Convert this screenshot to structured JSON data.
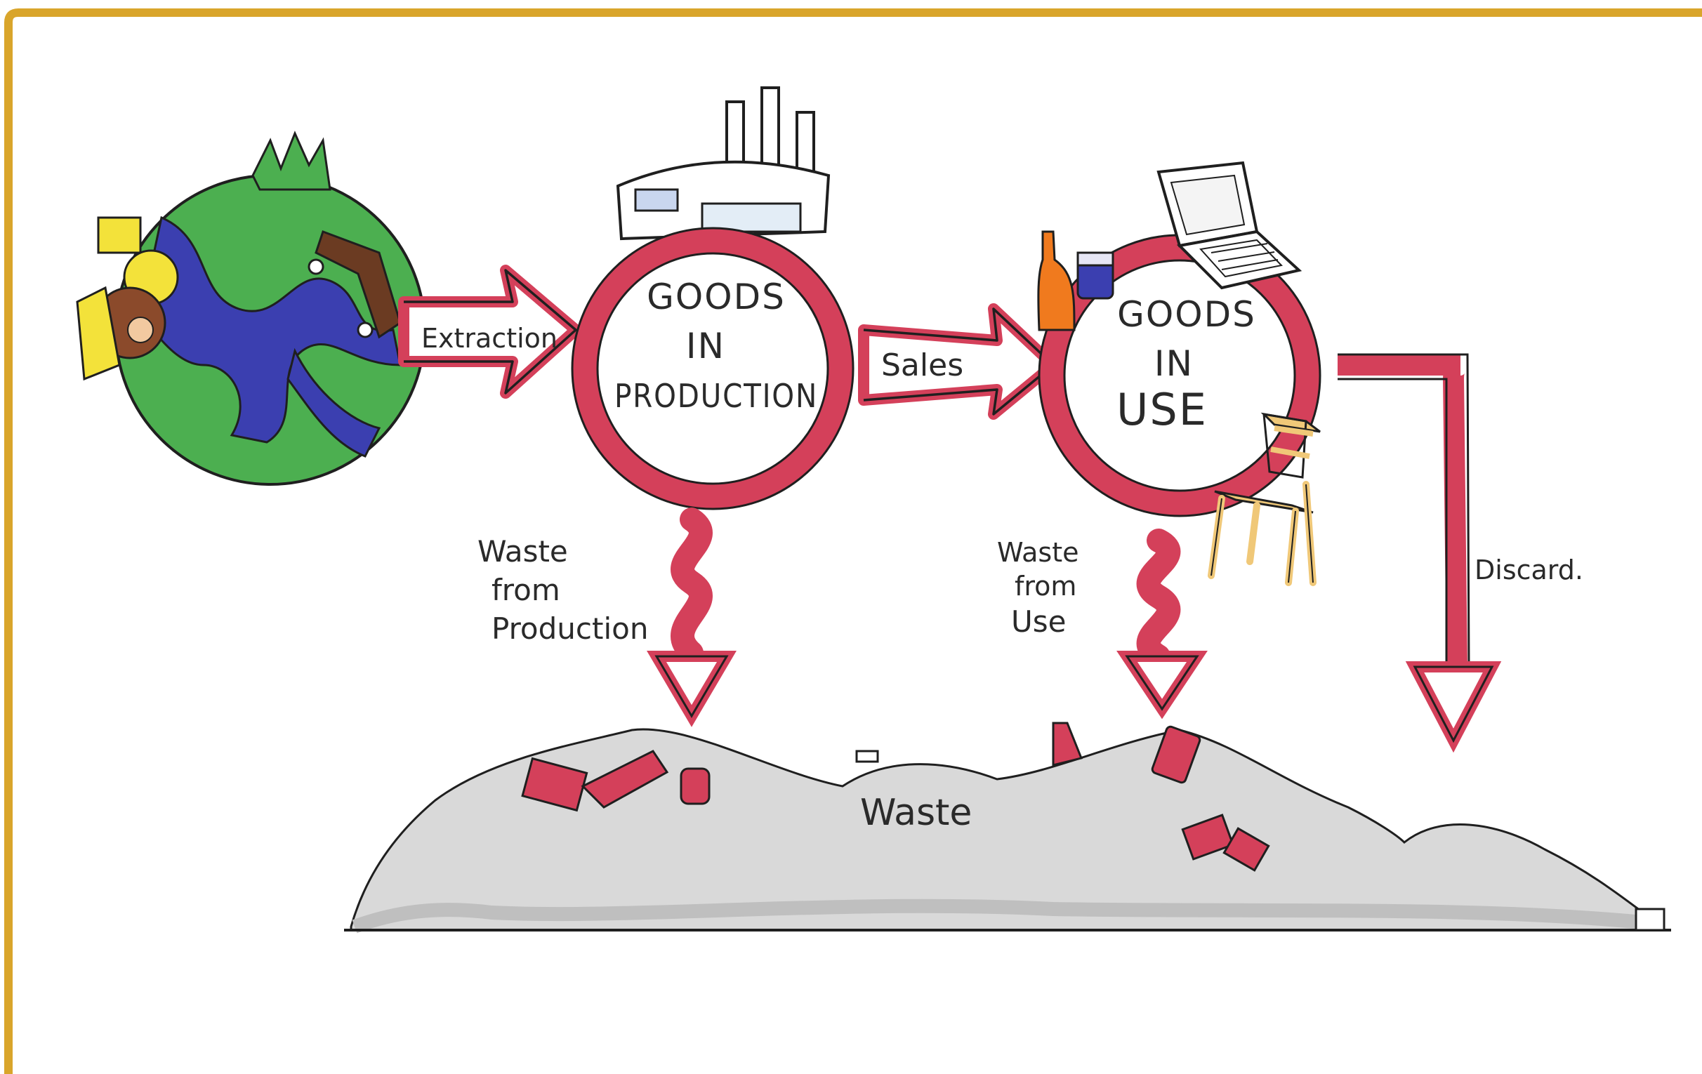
{
  "colors": {
    "frame": "#d9a52b",
    "ring": "#d4405a",
    "earth_land": "#4caf50",
    "earth_water": "#3b3fb0",
    "waste_heap": "#d9d9d9"
  },
  "nodes": {
    "production": {
      "line1": "GOODS",
      "line2": "IN",
      "line3": "PRODUCTION"
    },
    "use": {
      "line1": "GOODS",
      "line2": "IN",
      "line3": "USE"
    },
    "waste": {
      "label": "Waste"
    }
  },
  "arrows": {
    "extraction": "Extraction",
    "sales": "Sales",
    "discard": "Discard.",
    "waste_production": {
      "line1": "Waste",
      "line2": "from",
      "line3": "Production"
    },
    "waste_use": {
      "line1": "Waste",
      "line2": "from",
      "line3": "Use"
    }
  },
  "icons": {
    "earth": "earth-icon",
    "factory": "factory-icon",
    "laptop": "laptop-icon",
    "bottle": "bottle-icon",
    "jar": "jar-icon",
    "chair": "chair-icon"
  }
}
